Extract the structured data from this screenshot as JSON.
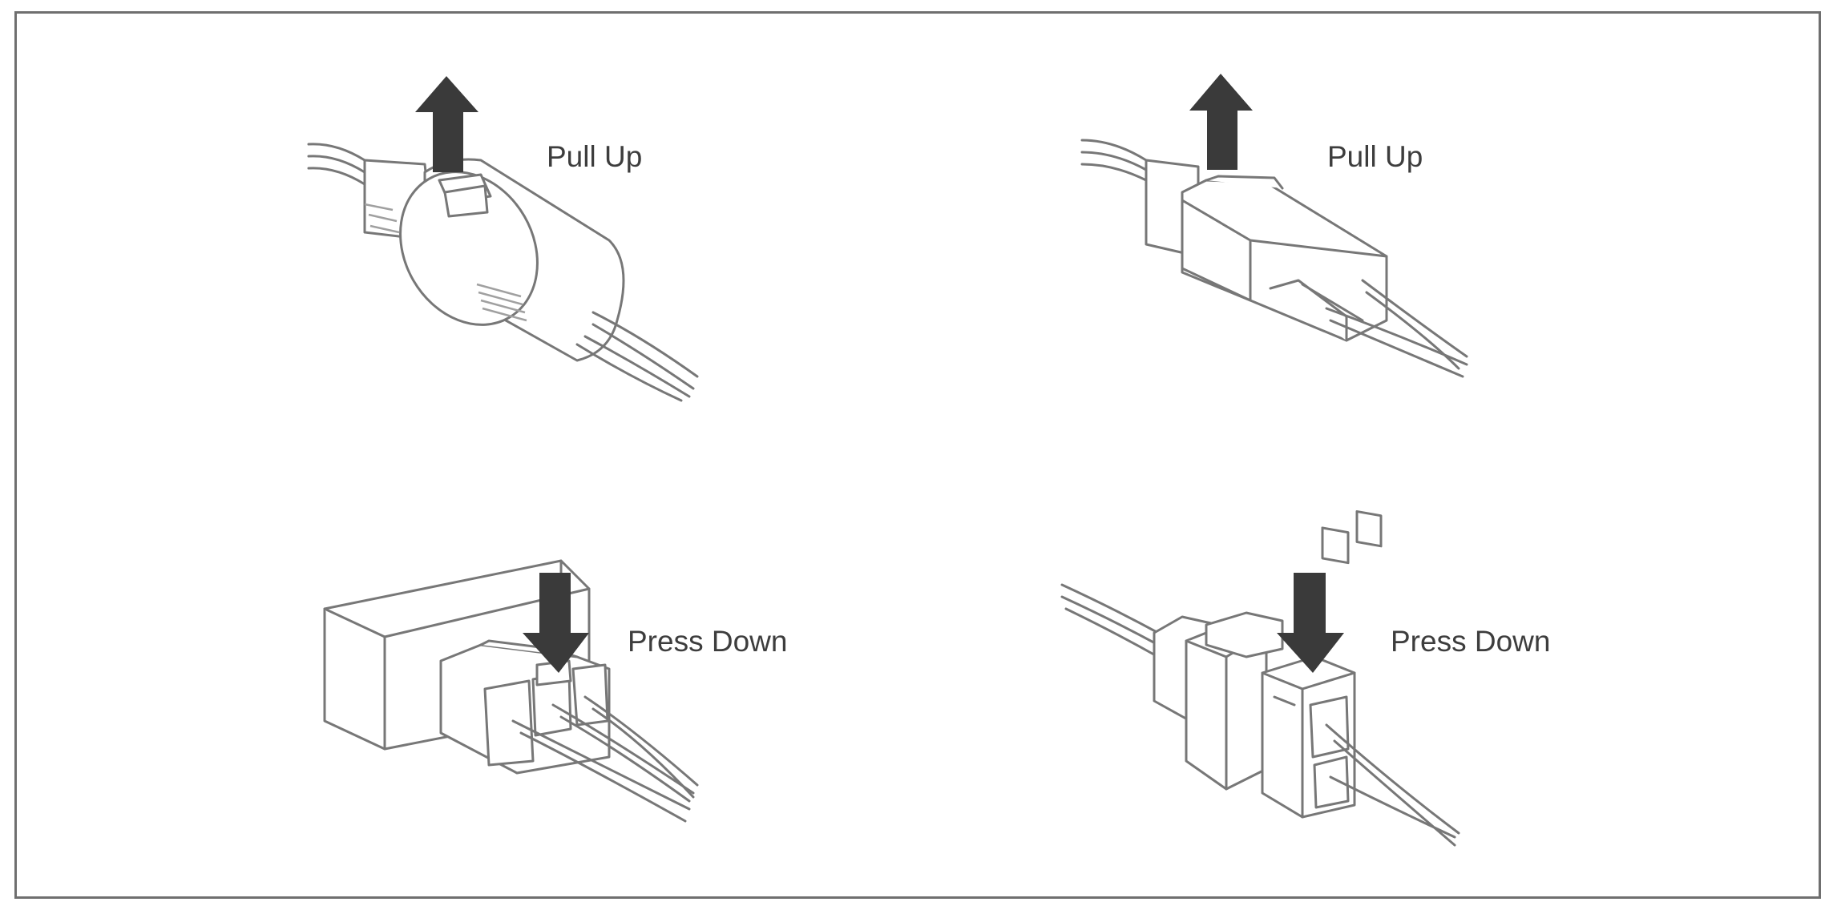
{
  "panels": [
    {
      "id": "round-connector",
      "label": "Pull Up",
      "arrow": "up"
    },
    {
      "id": "rect-connector",
      "label": "Pull Up",
      "arrow": "up"
    },
    {
      "id": "box-connector",
      "label": "Press Down",
      "arrow": "down"
    },
    {
      "id": "block-connector",
      "label": "Press Down",
      "arrow": "down"
    }
  ],
  "colors": {
    "arrow": "#3a3a3a",
    "line": "#777777",
    "text": "#3d3d3d",
    "border": "#6f6f6f"
  }
}
